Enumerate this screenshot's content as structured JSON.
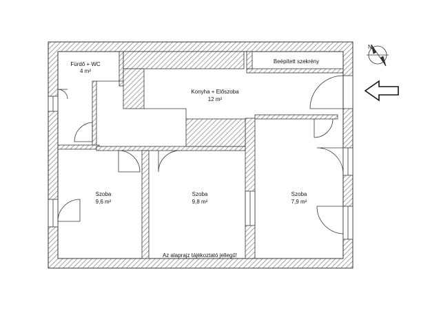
{
  "plan": {
    "rooms": [
      {
        "id": "bath",
        "name": "Fürdő + WC",
        "area": "4 m²"
      },
      {
        "id": "kitchen",
        "name": "Konyha + Előszoba",
        "area": "12 m²"
      },
      {
        "id": "closet",
        "name": "Beépített szekrény",
        "area": ""
      },
      {
        "id": "room-left",
        "name": "Szoba",
        "area": "9,6 m²"
      },
      {
        "id": "room-middle",
        "name": "Szoba",
        "area": "9,8 m²"
      },
      {
        "id": "room-right",
        "name": "Szoba",
        "area": "7,9 m²"
      }
    ],
    "note": "Az alaprajz tájékoztató jellegű!"
  },
  "symbols": {
    "compass": "north-compass-icon",
    "entrance": "entrance-arrow-icon"
  },
  "colors": {
    "wall_hatch": "#9a9a9a",
    "line": "#333333",
    "background": "#ffffff"
  }
}
